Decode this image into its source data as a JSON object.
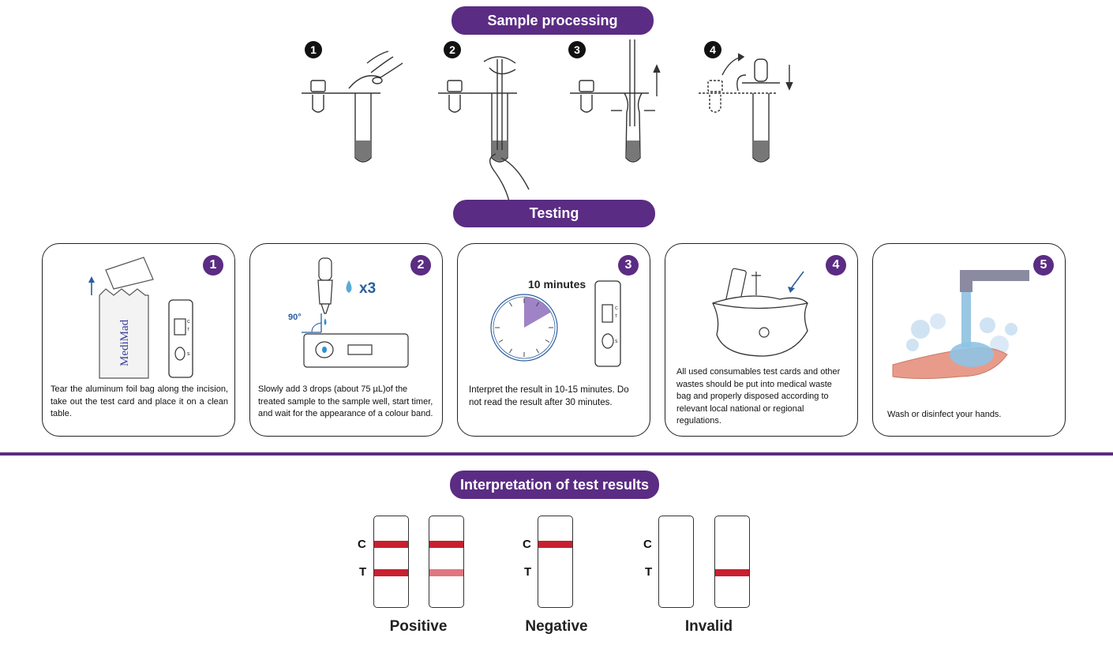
{
  "sections": {
    "sample_processing": "Sample processing",
    "testing": "Testing",
    "interpretation": "Interpretation of test results"
  },
  "sample_steps": [
    {
      "number": "1"
    },
    {
      "number": "2"
    },
    {
      "number": "3"
    },
    {
      "number": "4"
    }
  ],
  "testing_steps": [
    {
      "number": "1",
      "brand": "MediMad",
      "description": "Tear the aluminum foil bag along the incision, take out the test card and place it on a clean table."
    },
    {
      "number": "2",
      "drops_label": "x3",
      "angle_label": "90°",
      "description": "Slowly add 3 drops (about 75 µL)of the treated sample to the sample well, start timer, and wait for the appearance of a colour band."
    },
    {
      "number": "3",
      "timer_label": "10 minutes",
      "description": "Interpret the result in 10-15  minutes. Do not read the result after 30 minutes."
    },
    {
      "number": "4",
      "description": "All used consumables test cards and other wastes should be put into medical waste bag and properly disposed according to relevant local national or regional regulations."
    },
    {
      "number": "5",
      "description": "Wash or disinfect your hands."
    }
  ],
  "card_markings": {
    "c": "C",
    "t": "T",
    "s": "S"
  },
  "results": {
    "line_labels": {
      "c": "C",
      "t": "T"
    },
    "positive_label": "Positive",
    "negative_label": "Negative",
    "invalid_label": "Invalid"
  },
  "colors": {
    "accent": "#5b2c83",
    "band_strong": "#c8202f",
    "band_weak": "#e07680",
    "timer_fill": "#9f83c6",
    "water": "#5aa9d6"
  }
}
